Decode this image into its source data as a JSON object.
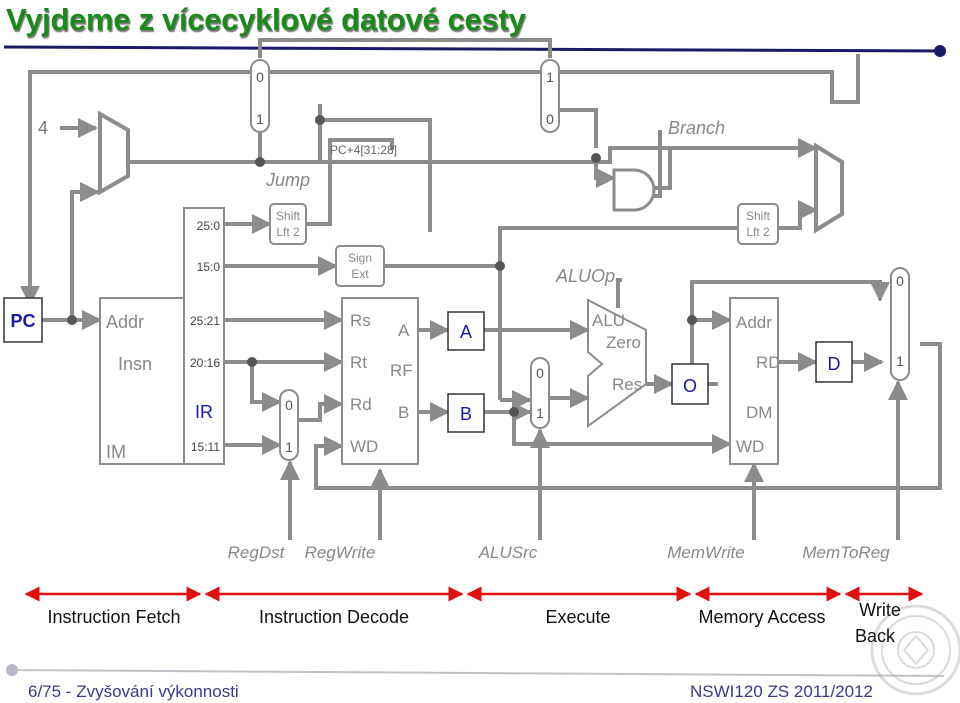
{
  "title": "Vyjdeme z vícecyklové datové cesty",
  "colors": {
    "title": "#1a8a1a",
    "wire": "#8c8c8c",
    "reg": "#1a1aa6",
    "arrow": "#e01010"
  },
  "mux": {
    "jump_top": "0",
    "jump_bottom": "1",
    "branch_top": "1",
    "branch_bottom": "0",
    "regdst_top": "0",
    "regdst_bottom": "1",
    "alusrc_top": "0",
    "alusrc_bottom": "1",
    "memtoreg_top": "0",
    "memtoreg_bottom": "1"
  },
  "labels": {
    "four": "4",
    "jump": "Jump",
    "pc_plus4": "PC+4[31:28]",
    "branch": "Branch",
    "shift_left": "Shift",
    "shift_left2": "Lft 2",
    "shift_right": "Shift",
    "shift_right2": "Lft 2",
    "sign": "Sign",
    "ext": "Ext",
    "aluop": "ALUOp",
    "pc": "PC",
    "addr": "Addr",
    "insn": "Insn",
    "ir": "IR",
    "im": "IM",
    "bits_25_0": "25:0",
    "bits_15_0": "15:0",
    "bits_25_21": "25:21",
    "bits_20_16": "20:16",
    "bits_15_11": "15:11",
    "rs": "Rs",
    "rt": "Rt",
    "rd": "Rd",
    "wd": "WD",
    "a_port": "A",
    "rf": "RF",
    "b_port": "B",
    "reg_a": "A",
    "reg_b": "B",
    "alu": "ALU",
    "zero": "Zero",
    "res": "Res",
    "reg_o": "O",
    "dm_addr": "Addr",
    "dm_rd": "RD",
    "dm": "DM",
    "dm_wd": "WD",
    "reg_d": "D"
  },
  "controls": [
    "RegDst",
    "RegWrite",
    "ALUSrc",
    "MemWrite",
    "MemToReg"
  ],
  "stages": [
    "Instruction Fetch",
    "Instruction Decode",
    "Execute",
    "Memory Access",
    "Write",
    "Back"
  ],
  "footer": {
    "left": "6/75 - Zvyšování výkonnosti",
    "right": "NSWI120 ZS 2011/2012"
  }
}
